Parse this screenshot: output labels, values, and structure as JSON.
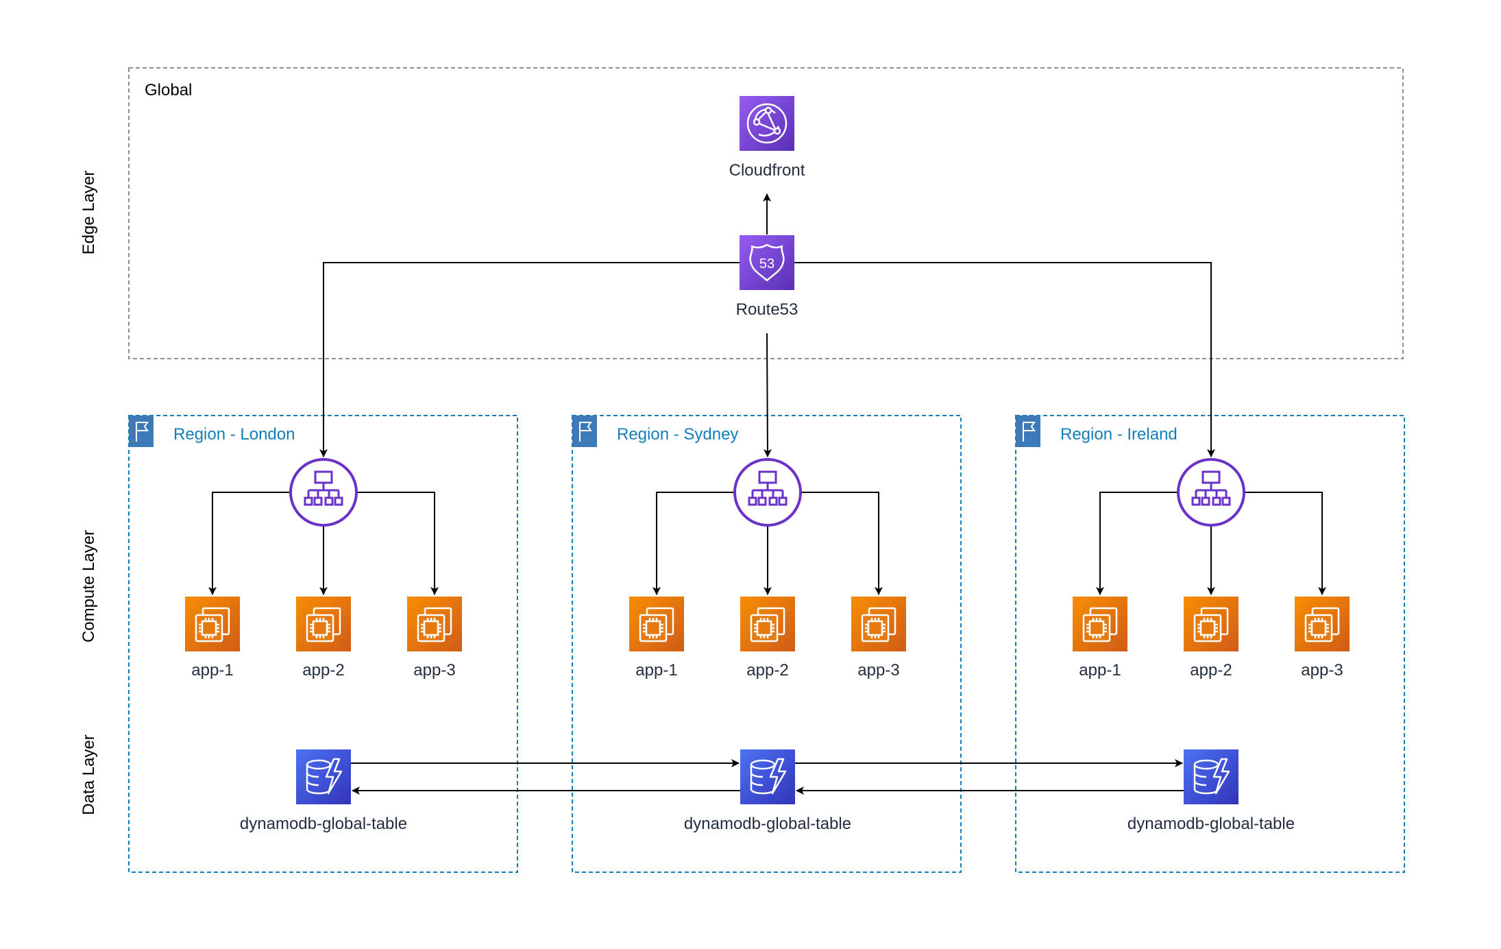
{
  "layers": {
    "edge": "Edge Layer",
    "compute": "Compute Layer",
    "data": "Data Layer"
  },
  "global": {
    "title": "Global",
    "cloudfront": "Cloudfront",
    "route53": "Route53",
    "route53_badge": "53"
  },
  "regions": [
    {
      "title": "Region - London",
      "apps": [
        "app-1",
        "app-2",
        "app-3"
      ],
      "table": "dynamodb-global-table"
    },
    {
      "title": "Region - Sydney",
      "apps": [
        "app-1",
        "app-2",
        "app-3"
      ],
      "table": "dynamodb-global-table"
    },
    {
      "title": "Region - Ireland",
      "apps": [
        "app-1",
        "app-2",
        "app-3"
      ],
      "table": "dynamodb-global-table"
    }
  ],
  "colors": {
    "region_border": "#147eba",
    "region_flag": "#3f7ab8",
    "global_border": "#879196",
    "purple_top": "#945df2",
    "purple_bottom": "#5a30b5",
    "elb_purple": "#6a32c9",
    "ec2_top": "#f78e04",
    "ec2_bottom": "#d05c17",
    "dynamo_top": "#4d72f3",
    "dynamo_bottom": "#3334b9"
  },
  "icons": {
    "cloudfront": "cloudfront-icon",
    "route53": "route53-icon",
    "elb": "elastic-load-balancer-icon",
    "ec2": "ec2-instance-icon",
    "dynamodb": "dynamodb-icon",
    "region": "region-flag-icon"
  }
}
